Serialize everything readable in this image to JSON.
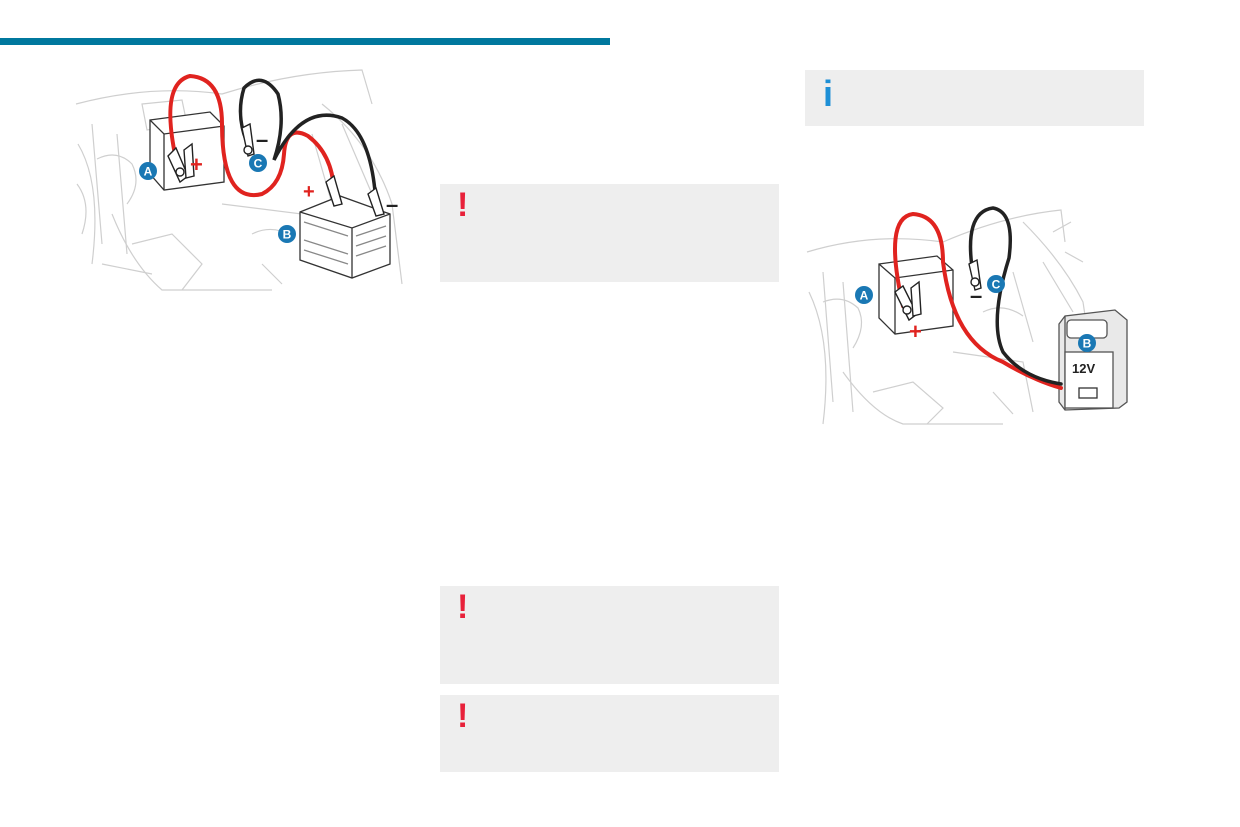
{
  "colors": {
    "header_bar": "#00789e",
    "warning": "#e8213a",
    "info": "#1d8fd6",
    "note_bg": "#eeeeee",
    "label_circle": "#1a78b4",
    "cable_positive": "#e0231f",
    "cable_negative": "#222222"
  },
  "illustration_booster_battery": {
    "icon": "jump-start-battery-illustration",
    "label_a": "A",
    "label_b": "B",
    "label_c": "C",
    "plus_sign": "+",
    "plus_sign_booster": "+",
    "minus_sign_cable": "–",
    "minus_sign_booster": "–"
  },
  "illustration_booster_pack": {
    "icon": "jump-start-booster-pack-illustration",
    "label_a": "A",
    "label_b": "B",
    "label_c": "C",
    "plus_sign": "+",
    "minus_sign": "–",
    "booster_voltage": "12V"
  },
  "notes": {
    "warning_icon": "!",
    "info_icon": "i"
  }
}
